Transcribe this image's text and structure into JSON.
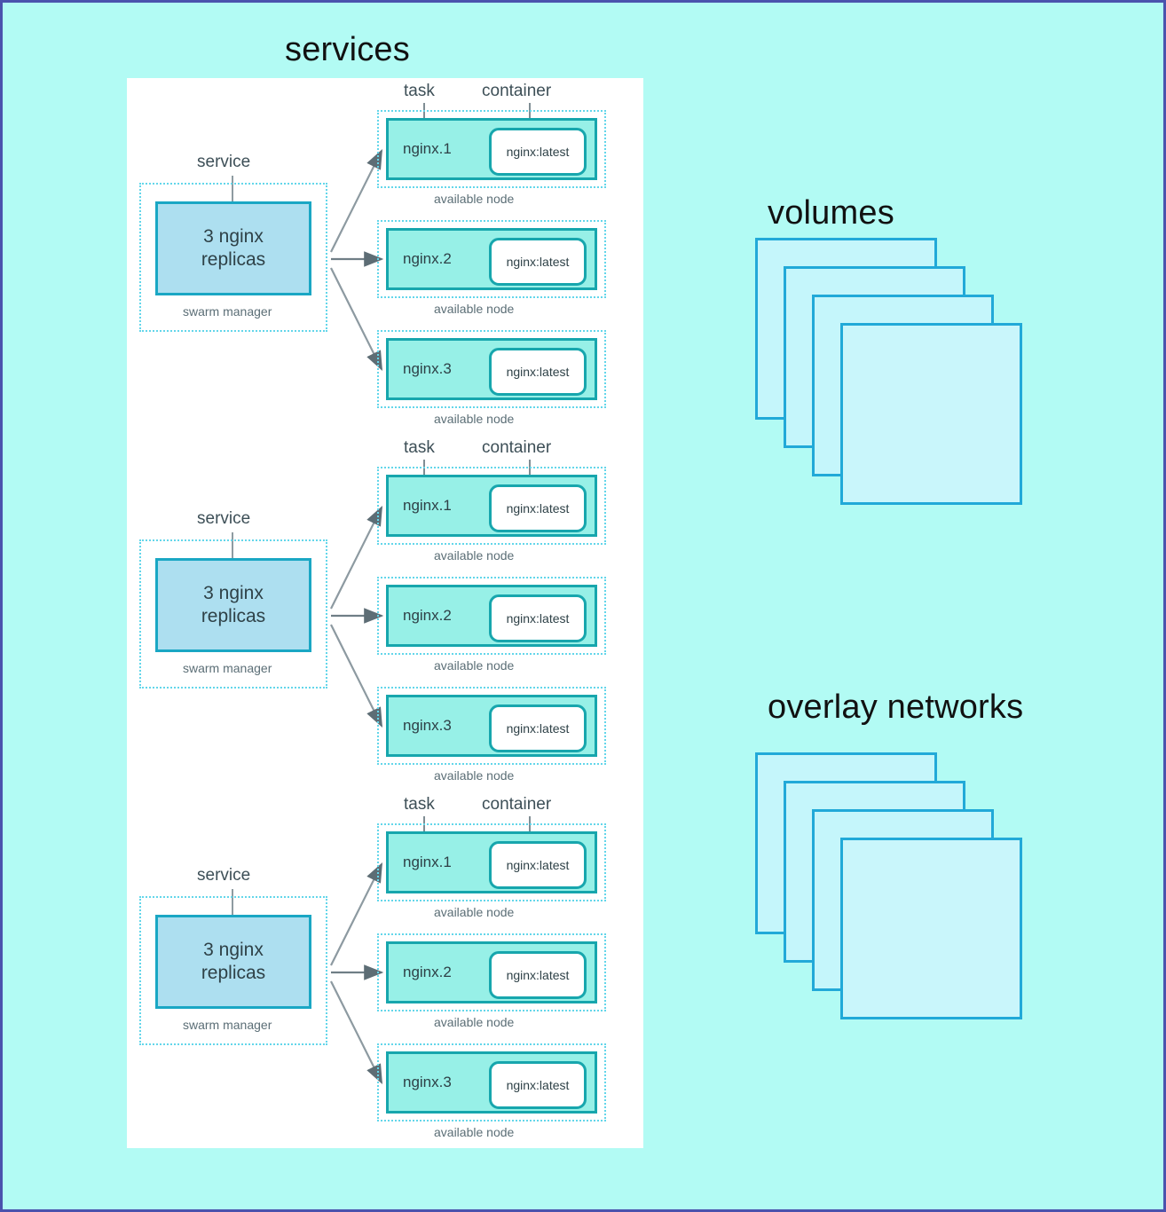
{
  "page": {
    "background_color": "#b2fbf4",
    "border_color": "#4a52ad",
    "panel_background": "#ffffff"
  },
  "titles": {
    "services": "services",
    "volumes": "volumes",
    "overlay_networks": "overlay networks"
  },
  "labels": {
    "service": "service",
    "swarm_manager": "swarm manager",
    "task": "task",
    "container": "container",
    "available_node": "available node"
  },
  "colors": {
    "service_box_fill": "#addff0",
    "service_box_border": "#1aa7c4",
    "task_box_fill": "#97f0e7",
    "task_box_border": "#17a6ad",
    "container_box_fill": "#ffffff",
    "container_box_border": "#17a6ad",
    "dotted_frame": "#63d6ea",
    "stack_fill": "#c5f6fb",
    "stack_border": "#21a9d8",
    "arrow": "#6f7e86",
    "text": "#2e4147",
    "muted_text": "#5b6e76"
  },
  "service_groups": [
    {
      "service_text": "3 nginx\nreplicas",
      "service_label": "service",
      "swarm_label": "swarm manager",
      "task_label": "task",
      "container_label": "container",
      "tasks": [
        {
          "task_name": "nginx.1",
          "container_name": "nginx:latest",
          "node_label": "available node"
        },
        {
          "task_name": "nginx.2",
          "container_name": "nginx:latest",
          "node_label": "available node"
        },
        {
          "task_name": "nginx.3",
          "container_name": "nginx:latest",
          "node_label": "available node"
        }
      ]
    },
    {
      "service_text": "3 nginx\nreplicas",
      "service_label": "service",
      "swarm_label": "swarm manager",
      "task_label": "task",
      "container_label": "container",
      "tasks": [
        {
          "task_name": "nginx.1",
          "container_name": "nginx:latest",
          "node_label": "available node"
        },
        {
          "task_name": "nginx.2",
          "container_name": "nginx:latest",
          "node_label": "available node"
        },
        {
          "task_name": "nginx.3",
          "container_name": "nginx:latest",
          "node_label": "available node"
        }
      ]
    },
    {
      "service_text": "3 nginx\nreplicas",
      "service_label": "service",
      "swarm_label": "swarm manager",
      "task_label": "task",
      "container_label": "container",
      "tasks": [
        {
          "task_name": "nginx.1",
          "container_name": "nginx:latest",
          "node_label": "available node"
        },
        {
          "task_name": "nginx.2",
          "container_name": "nginx:latest",
          "node_label": "available node"
        },
        {
          "task_name": "nginx.3",
          "container_name": "nginx:latest",
          "node_label": "available node"
        }
      ]
    }
  ],
  "volumes": {
    "title": "volumes",
    "card_count": 4
  },
  "overlay_networks": {
    "title": "overlay networks",
    "card_count": 4
  }
}
